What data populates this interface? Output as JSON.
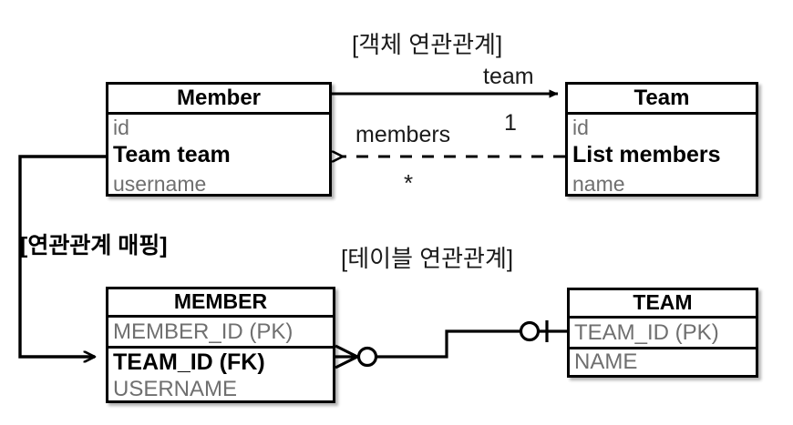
{
  "diagram": {
    "sections": {
      "object_title": "[객체 연관관계]",
      "table_title": "[테이블 연관관계]",
      "mapping_label": "[연관관계 매핑]"
    },
    "object_model": {
      "member_class": {
        "title": "Member",
        "fields": [
          "id",
          "Team team",
          "username"
        ]
      },
      "team_class": {
        "title": "Team",
        "fields": [
          "id",
          "List members",
          "name"
        ]
      },
      "associations": {
        "forward_label": "team",
        "forward_multiplicity": "1",
        "reverse_label": "members",
        "reverse_multiplicity": "*"
      }
    },
    "table_model": {
      "member_table": {
        "title": "MEMBER",
        "columns": [
          "MEMBER_ID (PK)",
          "TEAM_ID (FK)",
          "USERNAME"
        ]
      },
      "team_table": {
        "title": "TEAM",
        "columns": [
          "TEAM_ID (PK)",
          "NAME"
        ]
      },
      "relationship": {
        "left_cardinality": "zero-or-many-crowsfoot",
        "right_cardinality": "zero-or-one"
      }
    },
    "colors": {
      "stroke": "#000000",
      "muted_text": "#6f6f6f",
      "background": "#ffffff"
    }
  }
}
